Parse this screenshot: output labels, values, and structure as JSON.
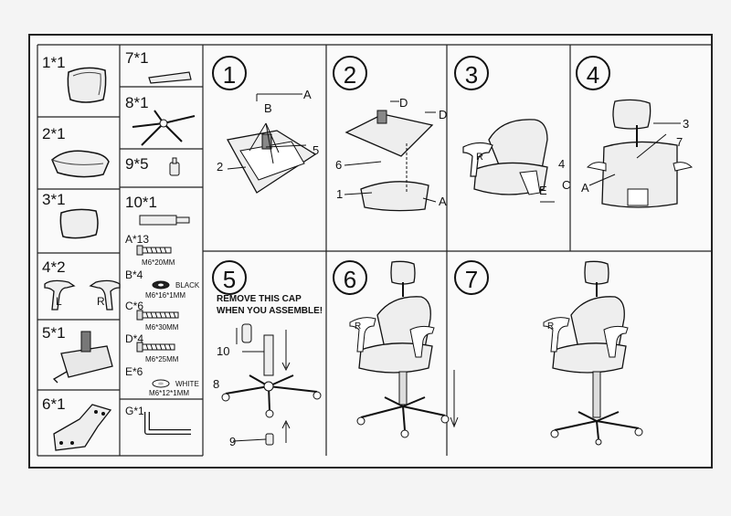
{
  "parts_list": {
    "p1": "1*1",
    "p2": "2*1",
    "p3": "3*1",
    "p4": "4*2",
    "p5": "5*1",
    "p6": "6*1",
    "p7": "7*1",
    "p8": "8*1",
    "p9": "9*5",
    "p10": "10*1",
    "armrest_left_letter": "L",
    "armrest_right_letter": "R"
  },
  "hardware": {
    "A": {
      "label": "A*13",
      "size": "M6*20MM"
    },
    "B": {
      "label": "B*4",
      "size": "M6*16*1MM",
      "color": "BLACK"
    },
    "C": {
      "label": "C*6",
      "size": "M6*30MM"
    },
    "D": {
      "label": "D*4",
      "size": "M6*25MM"
    },
    "E": {
      "label": "E*6",
      "size": "M6*12*1MM",
      "color": "WHITE"
    },
    "G": {
      "label": "G*1"
    }
  },
  "steps": {
    "s1": {
      "num": "1",
      "callouts": {
        "A": "A",
        "B": "B",
        "n5": "5",
        "n2": "2"
      }
    },
    "s2": {
      "num": "2",
      "callouts": {
        "D1": "D",
        "D2": "D",
        "n6": "6",
        "n1": "1",
        "A": "A"
      }
    },
    "s3": {
      "num": "3",
      "callouts": {
        "n4": "4",
        "E": "E",
        "C": "C",
        "R": "R"
      }
    },
    "s4": {
      "num": "4",
      "callouts": {
        "n3": "3",
        "n7": "7",
        "A": "A"
      }
    },
    "s5": {
      "num": "5",
      "warning_line1": "REMOVE THIS CAP",
      "warning_line2": "WHEN YOU ASSEMBLE!",
      "callouts": {
        "n10": "10",
        "n8": "8",
        "n9": "9"
      }
    },
    "s6": {
      "num": "6",
      "R": "R"
    },
    "s7": {
      "num": "7",
      "R": "R"
    }
  }
}
